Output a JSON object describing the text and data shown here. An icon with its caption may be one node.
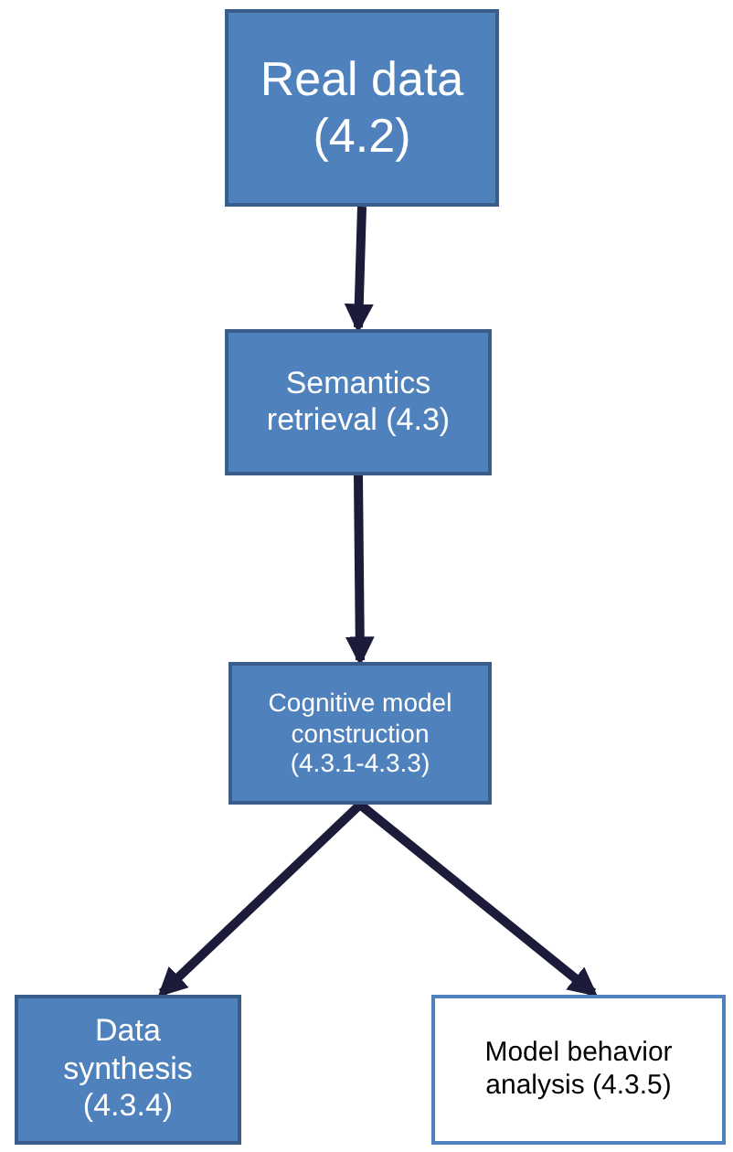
{
  "diagram": {
    "nodes": [
      {
        "text": [
          "Real data (4.2)"
        ]
      },
      {
        "text": [
          "Semantics retrieval (4.3)"
        ]
      },
      {
        "text": [
          "Cognitive model construction (4.3.1-4.3.3)"
        ]
      },
      {
        "text": [
          "Data synthesis (4.3.4)"
        ]
      },
      {
        "text": [
          "Model behavior analysis (4.3.5)"
        ]
      }
    ],
    "edges": [
      {
        "from": 0,
        "to": 1,
        "arrow": "to"
      },
      {
        "from": 1,
        "to": 2,
        "arrow": "to"
      },
      {
        "from": 2,
        "to": 3,
        "arrow": "to"
      },
      {
        "from": 2,
        "to": 4,
        "arrow": "to"
      }
    ]
  }
}
